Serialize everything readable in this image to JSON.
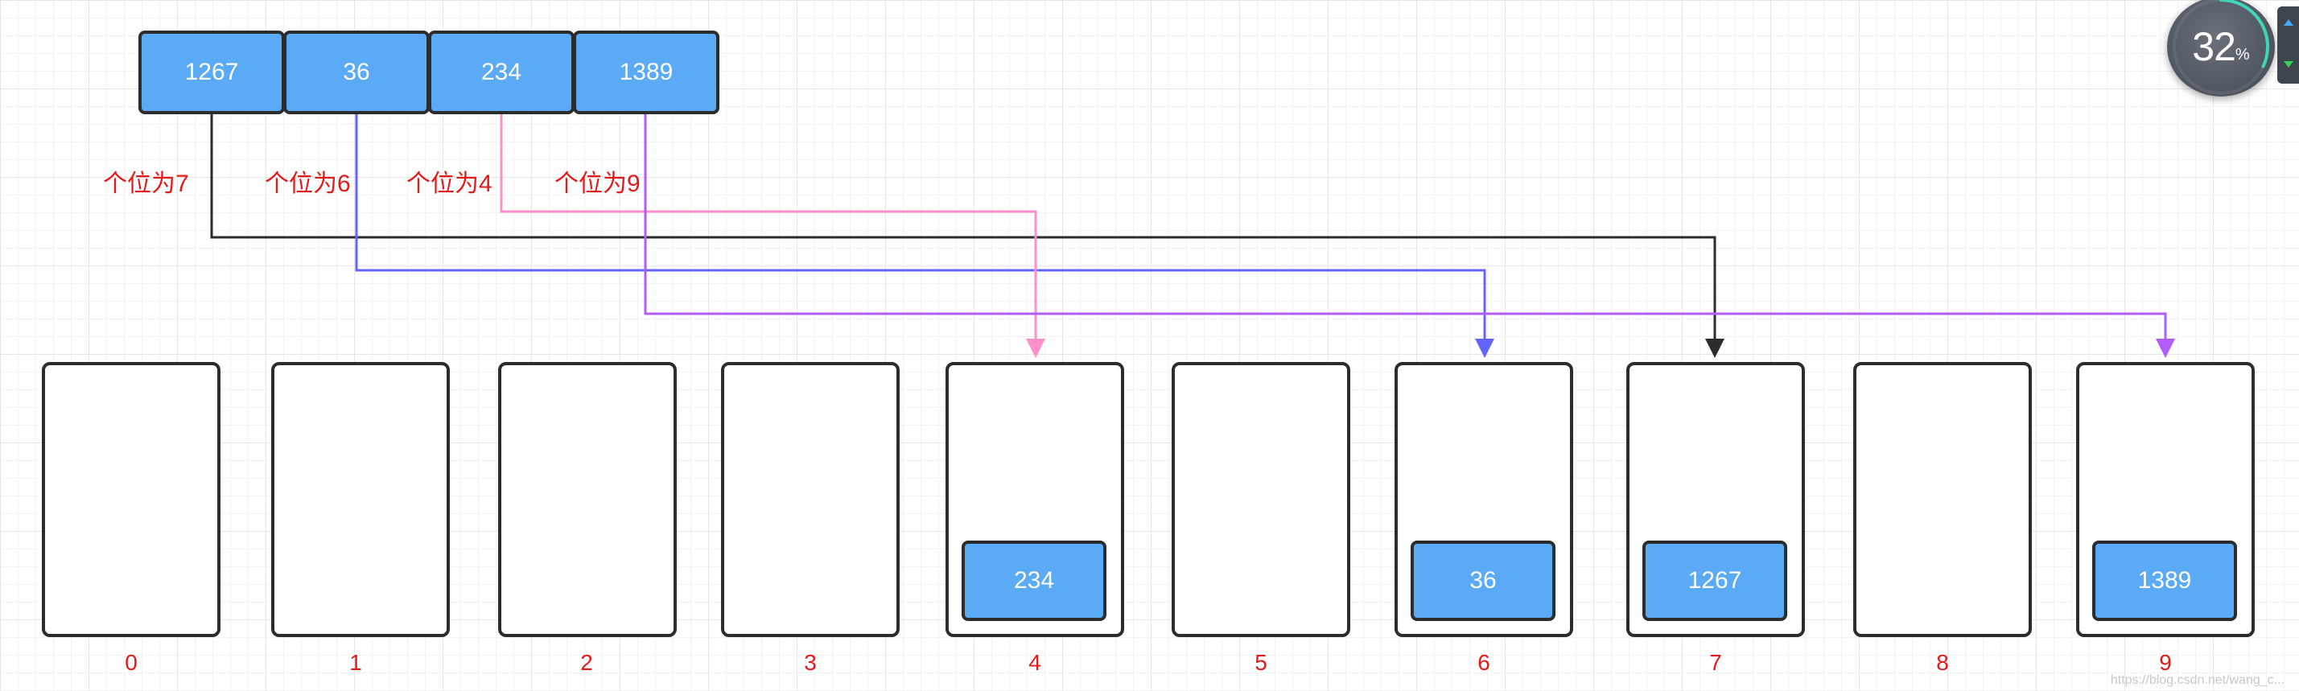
{
  "input_array": [
    {
      "value": "1267",
      "color": "#5aaaf6"
    },
    {
      "value": "36",
      "color": "#5aaaf6"
    },
    {
      "value": "234",
      "color": "#5aaaf6"
    },
    {
      "value": "1389",
      "color": "#5aaaf6"
    }
  ],
  "digit_labels": [
    {
      "text": "个位为7",
      "color": "#e41a1a"
    },
    {
      "text": "个位为6",
      "color": "#e41a1a"
    },
    {
      "text": "个位为4",
      "color": "#e41a1a"
    },
    {
      "text": "个位为9",
      "color": "#e41a1a"
    }
  ],
  "arrows": [
    {
      "from": "1267",
      "to_bucket": "7",
      "color": "#2c2c2c"
    },
    {
      "from": "36",
      "to_bucket": "6",
      "color": "#6464ff"
    },
    {
      "from": "234",
      "to_bucket": "4",
      "color": "#ff8fca"
    },
    {
      "from": "1389",
      "to_bucket": "9",
      "color": "#b05cff"
    }
  ],
  "buckets": [
    {
      "index": "0",
      "item": ""
    },
    {
      "index": "1",
      "item": ""
    },
    {
      "index": "2",
      "item": ""
    },
    {
      "index": "3",
      "item": ""
    },
    {
      "index": "4",
      "item": "234"
    },
    {
      "index": "5",
      "item": ""
    },
    {
      "index": "6",
      "item": "36"
    },
    {
      "index": "7",
      "item": "1267"
    },
    {
      "index": "8",
      "item": ""
    },
    {
      "index": "9",
      "item": "1389"
    }
  ],
  "progress_widget": {
    "value": "32",
    "unit": "%",
    "ring_color": "#3fd6b8"
  },
  "side_tab": {
    "up_icon": "arrow-up-icon",
    "down_icon": "arrow-down-icon",
    "up_color": "#47a8ff",
    "down_color": "#3ad15b"
  },
  "watermark": "https://blog.csdn.net/wang_c..."
}
